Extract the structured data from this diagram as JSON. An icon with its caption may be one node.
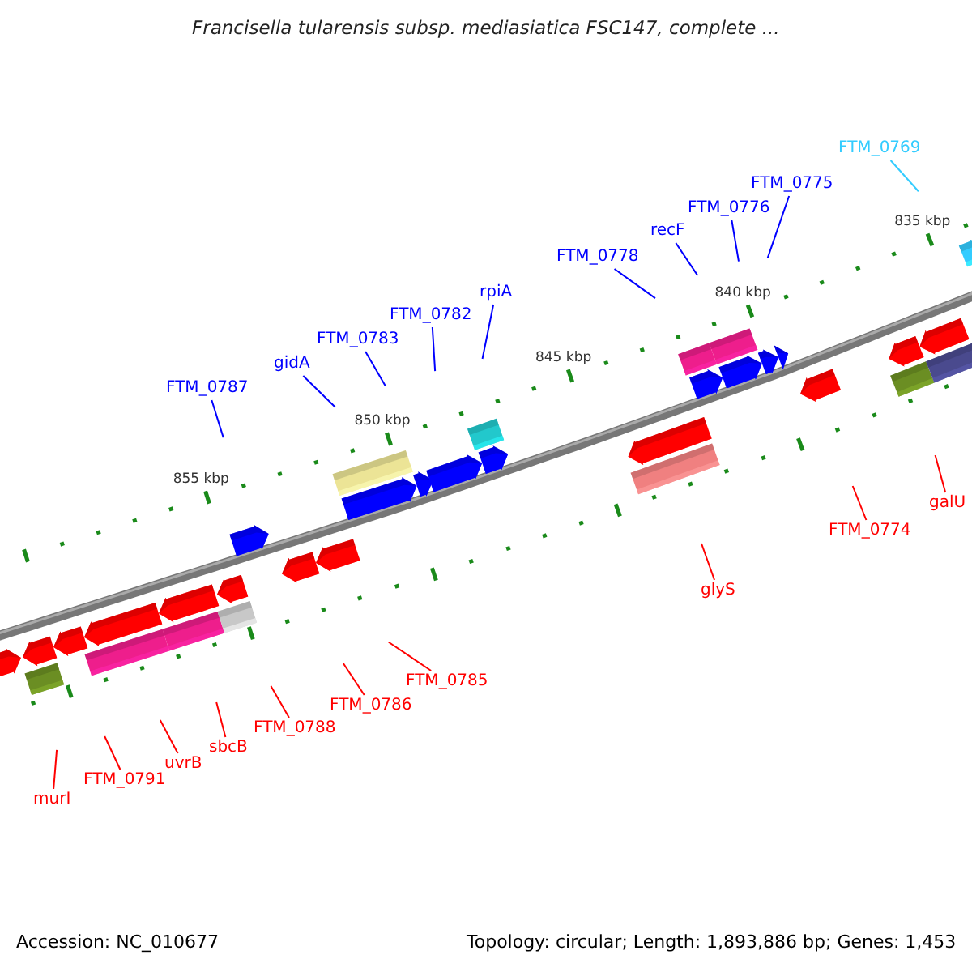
{
  "diagram": {
    "title": "Francisella tularensis subsp. mediasiatica FSC147, complete ...",
    "nodes": [
      {
        "text": [
          "FTM_0769"
        ]
      },
      {
        "text": [
          "FTM_0775"
        ]
      },
      {
        "text": [
          "FTM_0776"
        ]
      },
      {
        "text": [
          "recF"
        ]
      },
      {
        "text": [
          "FTM_0778"
        ]
      },
      {
        "text": [
          "rpiA"
        ]
      },
      {
        "text": [
          "FTM_0782"
        ]
      },
      {
        "text": [
          "FTM_0783"
        ]
      },
      {
        "text": [
          "gidA"
        ]
      },
      {
        "text": [
          "FTM_0787"
        ]
      },
      {
        "text": [
          "galU"
        ]
      },
      {
        "text": [
          "FTM_0774"
        ]
      },
      {
        "text": [
          "glyS"
        ]
      },
      {
        "text": [
          "FTM_0785"
        ]
      },
      {
        "text": [
          "FTM_0786"
        ]
      },
      {
        "text": [
          "FTM_0788"
        ]
      },
      {
        "text": [
          "sbcB"
        ]
      },
      {
        "text": [
          "uvrB"
        ]
      },
      {
        "text": [
          "FTM_0791"
        ]
      },
      {
        "text": [
          "murI"
        ]
      }
    ],
    "edges": [
      {
        "from": 0,
        "to": null,
        "arrow": "none",
        "color": "#33ccff"
      },
      {
        "from": 1,
        "to": null,
        "arrow": "none",
        "color": "#0000ff"
      },
      {
        "from": 2,
        "to": null,
        "arrow": "none",
        "color": "#0000ff"
      },
      {
        "from": 3,
        "to": null,
        "arrow": "none",
        "color": "#0000ff"
      },
      {
        "from": 4,
        "to": null,
        "arrow": "none",
        "color": "#0000ff"
      },
      {
        "from": 5,
        "to": null,
        "arrow": "none",
        "color": "#0000ff"
      },
      {
        "from": 6,
        "to": null,
        "arrow": "none",
        "color": "#0000ff"
      },
      {
        "from": 7,
        "to": null,
        "arrow": "none",
        "color": "#0000ff"
      },
      {
        "from": 8,
        "to": null,
        "arrow": "none",
        "color": "#0000ff"
      },
      {
        "from": 9,
        "to": null,
        "arrow": "none",
        "color": "#0000ff"
      },
      {
        "from": 10,
        "to": null,
        "arrow": "none"
      },
      {
        "from": 11,
        "to": null,
        "arrow": "none"
      },
      {
        "from": 12,
        "to": null,
        "arrow": "none"
      },
      {
        "from": 13,
        "to": null,
        "arrow": "none"
      },
      {
        "from": 14,
        "to": null,
        "arrow": "none"
      },
      {
        "from": 15,
        "to": null,
        "arrow": "none"
      },
      {
        "from": 16,
        "to": null,
        "arrow": "none"
      },
      {
        "from": 17,
        "to": null,
        "arrow": "none"
      },
      {
        "from": 18,
        "to": null,
        "arrow": "none"
      },
      {
        "from": 19,
        "to": null,
        "arrow": "none"
      }
    ],
    "labels": [
      "835 kbp",
      "840 kbp",
      "845 kbp",
      "850 kbp",
      "855 kbp",
      "Accession: NC_010677",
      "Topology: circular; Length: 1,893,886 bp; Genes: 1,453"
    ]
  }
}
